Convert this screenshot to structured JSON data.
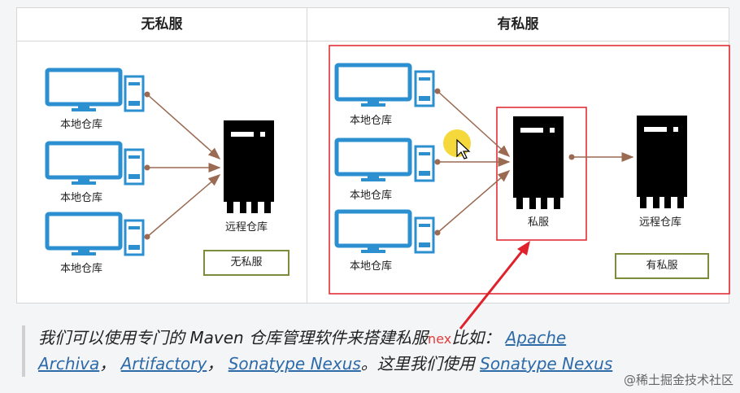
{
  "left_panel": {
    "title": "无私服",
    "local_label": "本地仓库",
    "remote_label": "远程仓库",
    "legend": "无私服"
  },
  "right_panel": {
    "title": "有私服",
    "local_label": "本地仓库",
    "private_label": "私服",
    "remote_label": "远程仓库",
    "legend": "有私服"
  },
  "caption": {
    "text_part1": "我们可以使用专门的 Maven 仓库管理软件来搭建私服",
    "overlay": "nex",
    "text_part2": "比如：",
    "link_apache_archiva_1": "Apache",
    "link_apache_archiva_2": "Archiva",
    "sep1": "，",
    "link_artifactory": "Artifactory",
    "sep2": "，",
    "link_sonatype_nexus": "Sonatype Nexus",
    "text_part3": "。这里我们使用",
    "link_sonatype_nexus_2": "Sonatype Nexus"
  },
  "watermark": "@稀土掘金技术社区",
  "colors": {
    "monitor_blue": "#2b8fd0",
    "arrow": "#9b6a52",
    "highlight_red": "#e0202a",
    "legend_border": "#7b8d3a",
    "cursor_highlight": "#f3d21a"
  }
}
